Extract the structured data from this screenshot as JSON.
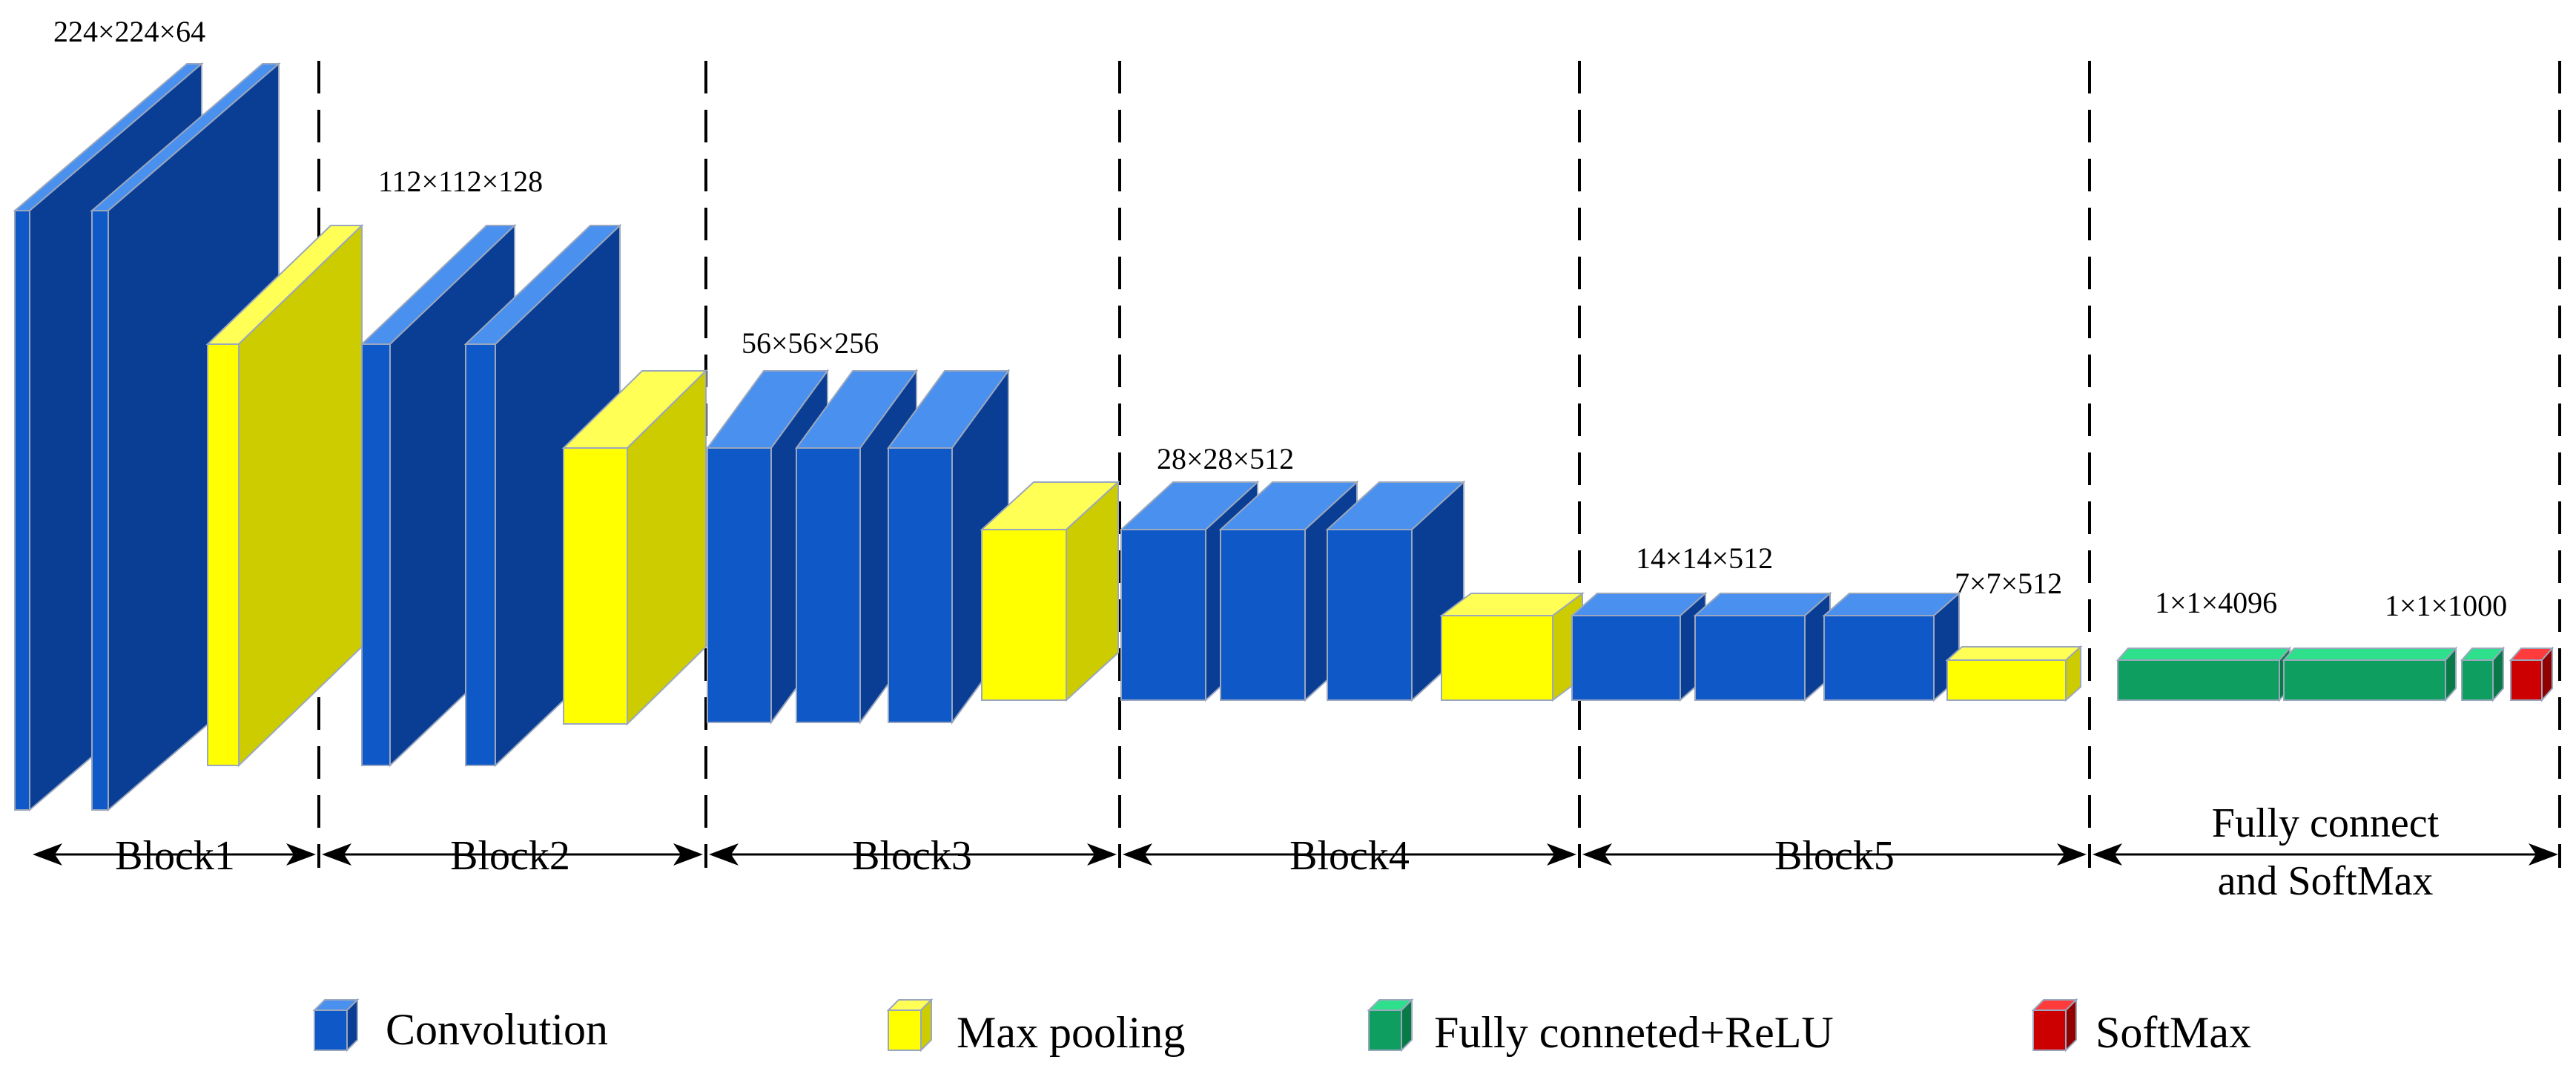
{
  "colors": {
    "conv_front": "#0f58c8",
    "conv_top": "#4a90ee",
    "conv_side": "#0a3d94",
    "pool_front": "#ffff00",
    "pool_top": "#ffff55",
    "pool_side": "#cccc00",
    "fc_front": "#0e9e60",
    "fc_top": "#2ee08c",
    "fc_side": "#077a48",
    "softmax_front": "#cc0000",
    "softmax_top": "#ff3b3b",
    "softmax_side": "#8f0000"
  },
  "dimension_labels": [
    "224×224×64",
    "112×112×128",
    "56×56×256",
    "28×28×512",
    "14×14×512",
    "7×7×512",
    "1×1×4096",
    "1×1×1000"
  ],
  "blocks": [
    "Block1",
    "Block2",
    "Block3",
    "Block4",
    "Block5",
    "Fully connect",
    "and SoftMax"
  ],
  "legend": [
    {
      "label": "Convolution",
      "kind": "conv"
    },
    {
      "label": "Max pooling",
      "kind": "pool"
    },
    {
      "label": "Fully conneted+ReLU",
      "kind": "fc"
    },
    {
      "label": "SoftMax",
      "kind": "softmax"
    }
  ]
}
